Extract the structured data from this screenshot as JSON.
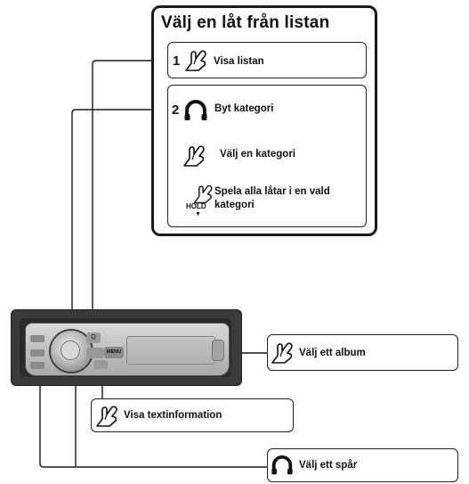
{
  "panel": {
    "title": "Välj en låt från listan",
    "step1": {
      "number": "1",
      "label": "Visa listan"
    },
    "step2": {
      "number": "2",
      "label": "Byt kategori",
      "choose_category": "Välj en kategori",
      "hold_text": "HOLD",
      "play_all": "Spela alla låtar i en vald kategori"
    }
  },
  "device": {
    "button_list": "Q",
    "button_menu": "MENU"
  },
  "callouts": {
    "album": "Välj ett album",
    "textinfo": "Visa textinformation",
    "track": "Välj ett spår"
  },
  "colors": {
    "line": "#1a1a1a",
    "device_dark": "#3a3a3a",
    "device_light": "#cfcfcf"
  }
}
